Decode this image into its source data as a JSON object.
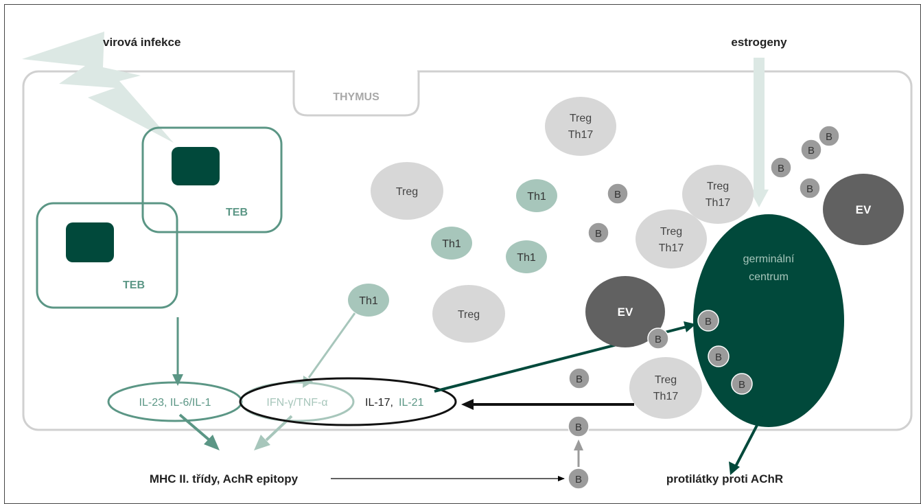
{
  "labels": {
    "viral_infection": "virová infekce",
    "estrogens": "estrogeny",
    "thymus": "THYMUS",
    "teb": "TEB",
    "germinal_line1": "germinální",
    "germinal_line2": "centrum",
    "ev": "EV",
    "treg": "Treg",
    "th17": "Th17",
    "th1": "Th1",
    "b": "B",
    "cytokines_left": "IL-23, IL-6/IL-1",
    "cytokines_mid": "IFN-γ/TNF-α",
    "cytokines_right_a": "IL-17,",
    "cytokines_right_b": "IL-21",
    "mhc": "MHC II. třídy, AchR epitopy",
    "antibodies": "protilátky proti AChR"
  },
  "colors": {
    "dark_green": "#01493b",
    "teal": "#5b9685",
    "light_teal": "#a7c6bb",
    "lightning": "#dce8e4",
    "light_gray": "#d7d7d7",
    "mid_gray": "#9b9b9b",
    "dark_gray": "#616161",
    "outline": "#cfcfcf",
    "text_dark": "#222222"
  }
}
